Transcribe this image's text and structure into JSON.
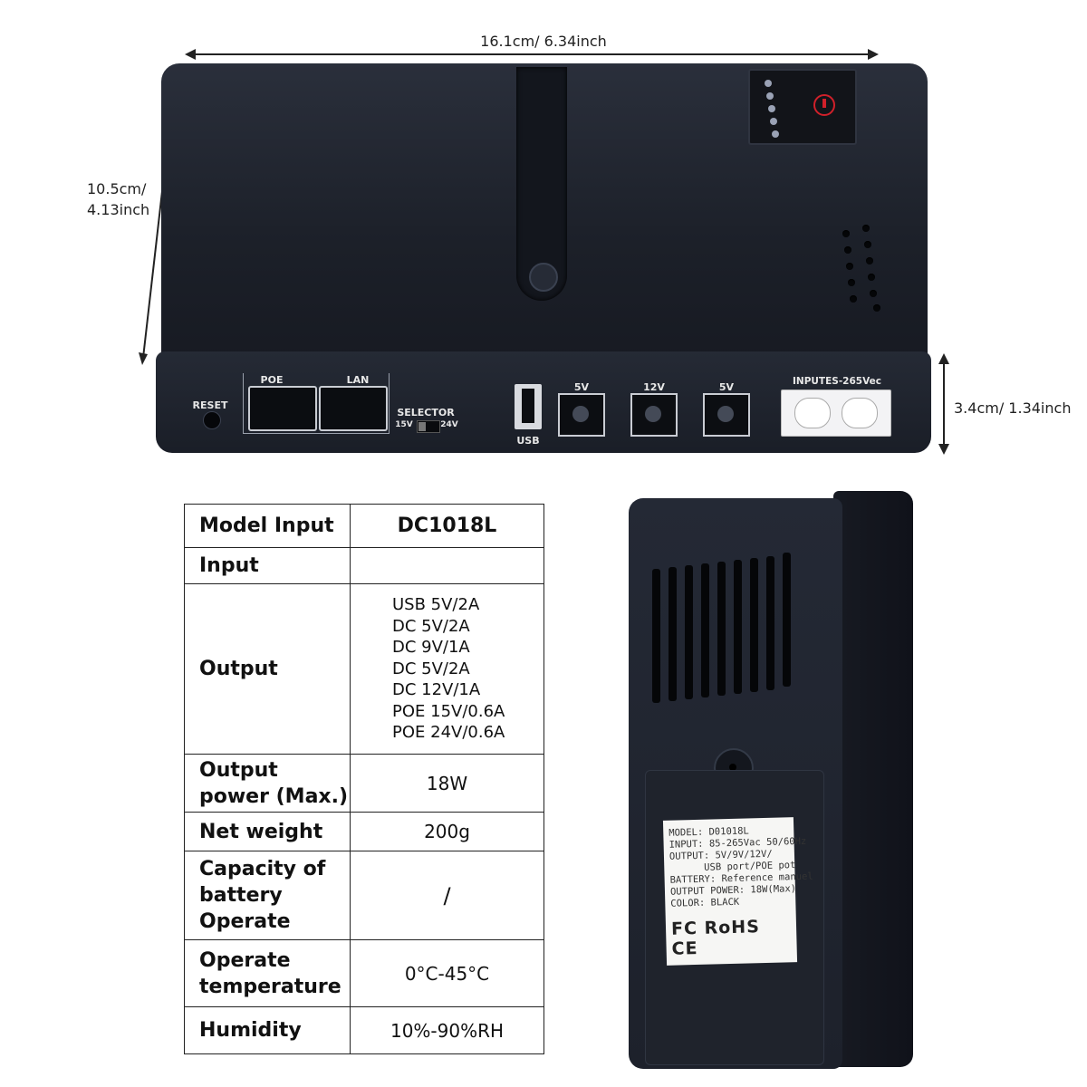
{
  "dimensions": {
    "width": "16.1cm/ 6.34inch",
    "height_line1": "10.5cm/",
    "height_line2": "4.13inch",
    "depth": "3.4cm/ 1.34inch"
  },
  "device_front": {
    "reset_label": "RESET",
    "poe_label": "POE",
    "lan_label": "LAN",
    "selector_label": "SELECTOR",
    "selector_left": "15V",
    "selector_right": "24V",
    "usb_label": "USB",
    "dc_ports": [
      "5V",
      "12V",
      "5V"
    ],
    "input_label": "INPUTES-265Vec"
  },
  "spec_table": {
    "rows": [
      {
        "label": "Model Input",
        "value": "DC1018L"
      },
      {
        "label": "Input",
        "value": ""
      },
      {
        "label": "Output",
        "values": [
          "USB 5V/2A",
          "DC 5V/2A",
          "DC 9V/1A",
          "DC 5V/2A",
          "DC 12V/1A",
          "POE 15V/0.6A",
          "POE 24V/0.6A"
        ]
      },
      {
        "label_lines": [
          "Output",
          "power (Max.)"
        ],
        "value": "18W"
      },
      {
        "label": "Net weight",
        "value": "200g"
      },
      {
        "label_lines": [
          "Capacity of",
          "battery",
          "Operate"
        ],
        "value": "/"
      },
      {
        "label_lines": [
          "Operate",
          "temperature"
        ],
        "value": "0°C-45°C"
      },
      {
        "label": "Humidity",
        "value": "10%-90%RH"
      }
    ]
  },
  "sticker": {
    "lines": [
      "MODEL: D01018L",
      "INPUT: 85-265Vac 50/60Hz",
      "OUTPUT: 5V/9V/12V/",
      "      USB port/POE pot",
      "BATTERY: Reference manuel",
      "OUTPUT POWER: 18W(Max)",
      "COLOR: BLACK"
    ],
    "certs": "FC RoHS CE"
  }
}
